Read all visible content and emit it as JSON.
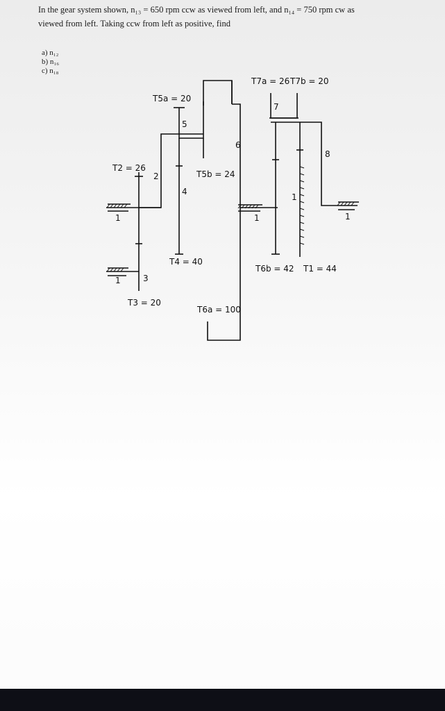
{
  "problem": {
    "line1": "In the gear system shown, n₁₃ = 650 rpm ccw as viewed from left, and n₁₄ = 750 rpm cw as",
    "line2": "viewed from left. Taking ccw from left as positive, find",
    "parts": [
      "a) n₁₂",
      "b) n₁₆",
      "c) n₁₈"
    ]
  },
  "labels": {
    "t5a": "T5a = 20",
    "t2": "T2 = 26",
    "t5b": "T5b = 24",
    "t4": "T4 = 40",
    "t3": "T3 = 20",
    "t6a": "T6a = 100",
    "t7a": "T7a = 26",
    "t7b": "T7b = 20",
    "t6b": "T6b = 42",
    "t1": "T1 = 44",
    "link2": "2",
    "link3": "3",
    "link4": "4",
    "link5": "5",
    "link6": "6",
    "link7": "7",
    "link8": "8",
    "ground1a": "1",
    "ground1b": "1",
    "ground1c": "1",
    "ground1d": "1",
    "ground1e": "1"
  }
}
